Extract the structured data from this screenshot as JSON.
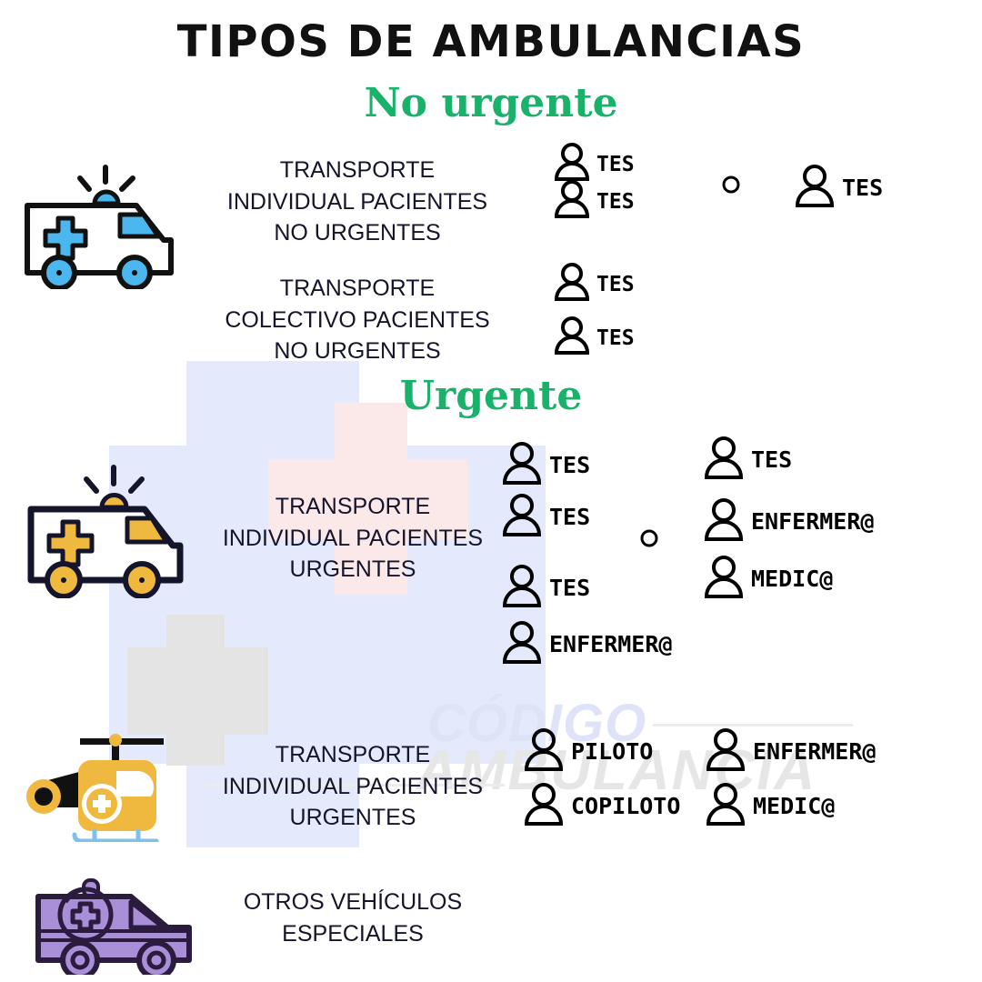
{
  "title": "TIPOS DE AMBULANCIAS",
  "colors": {
    "green_heading": "#19b26a",
    "blue_vehicle": "#4cb6ee",
    "amber_vehicle": "#efb93f",
    "purple_vehicle": "#a98ed8",
    "purple_outline": "#2b1b3d",
    "outline": "#111111",
    "bg_cross_blue": "#e4eafb",
    "bg_cross_pink": "#fbe8e8",
    "bg_cross_gray": "#e4e4e4",
    "watermark_blue": "#dfe3f7",
    "watermark_gray": "#e6e6e6"
  },
  "sections": [
    {
      "id": "no-urgente",
      "heading": "No urgente"
    },
    {
      "id": "urgente",
      "heading": "Urgente"
    }
  ],
  "watermark": {
    "line1": "CÓDIGO",
    "line2": "AMBULANCIA"
  },
  "or_separator": "o",
  "rows": [
    {
      "id": "transporte-individual-no-urgente",
      "vehicle_icon": "ambulance-blue-icon",
      "description": "TRANSPORTE\nINDIVIDUAL PACIENTES\nNO URGENTES",
      "crew_option_a": [
        "TES",
        "TES"
      ],
      "crew_option_b": [
        "TES"
      ],
      "has_or": true
    },
    {
      "id": "transporte-colectivo-no-urgente",
      "vehicle_icon": "",
      "description": "TRANSPORTE\nCOLECTIVO PACIENTES\nNO URGENTES",
      "crew_option_a": [
        "TES",
        "TES"
      ],
      "crew_option_b": [],
      "has_or": false
    },
    {
      "id": "transporte-individual-urgente",
      "vehicle_icon": "ambulance-amber-icon",
      "description": "TRANSPORTE\nINDIVIDUAL PACIENTES\nURGENTES",
      "crew_option_a": [
        "TES",
        "TES",
        "TES",
        "ENFERMER@"
      ],
      "crew_option_b": [
        "TES",
        "ENFERMER@",
        "MEDIC@"
      ],
      "has_or": true
    },
    {
      "id": "transporte-aereo-urgente",
      "vehicle_icon": "helicopter-icon",
      "description": "TRANSPORTE\nINDIVIDUAL PACIENTES\nURGENTES",
      "crew_option_a": [
        "PILOTO",
        "COPILOTO"
      ],
      "crew_option_b": [
        "ENFERMER@",
        "MEDIC@"
      ],
      "has_or": false
    },
    {
      "id": "otros-vehiculos-especiales",
      "vehicle_icon": "van-purple-icon",
      "description": "OTROS VEHÍCULOS\nESPECIALES",
      "crew_option_a": [],
      "crew_option_b": [],
      "has_or": false
    }
  ]
}
